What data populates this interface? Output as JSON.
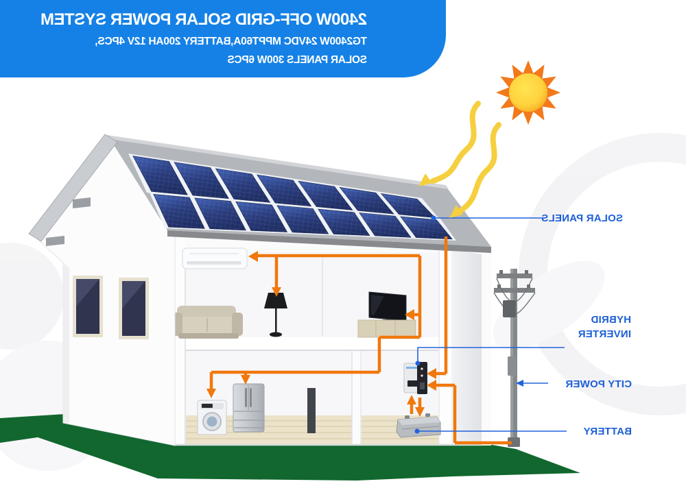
{
  "header": {
    "title": "2400W OFF-GRID SOLAR POWER SYSTEM",
    "subtitle_line1": "TG2400W 24VDC MPPT60A,BATTERY 200AH 12V 4PCS,",
    "subtitle_line2": "SOLAR PANELS 300W 6PCS",
    "background_color": "#1581e6",
    "text_color": "#ffffff"
  },
  "callouts": {
    "solar_panels": "SOLAR PANELS",
    "hybrid_inverter": [
      "HYBRID",
      "INVERTER"
    ],
    "city_power": "CITY POWER",
    "battery": "BATTERY",
    "text_color": "#1d5fd6",
    "line_color": "#2263dc"
  },
  "scene": {
    "solar_array": {
      "rows": 2,
      "columns": 7
    },
    "colors": {
      "wire_orange": "#f0780c",
      "grass_green": "#11672e",
      "panel_dark": "#243463",
      "panel_light": "#4262b5",
      "sun_core": "#ffd23e",
      "sun_spikes": "#f2791c",
      "light_ray_yellow": "#f5cf3e"
    }
  }
}
